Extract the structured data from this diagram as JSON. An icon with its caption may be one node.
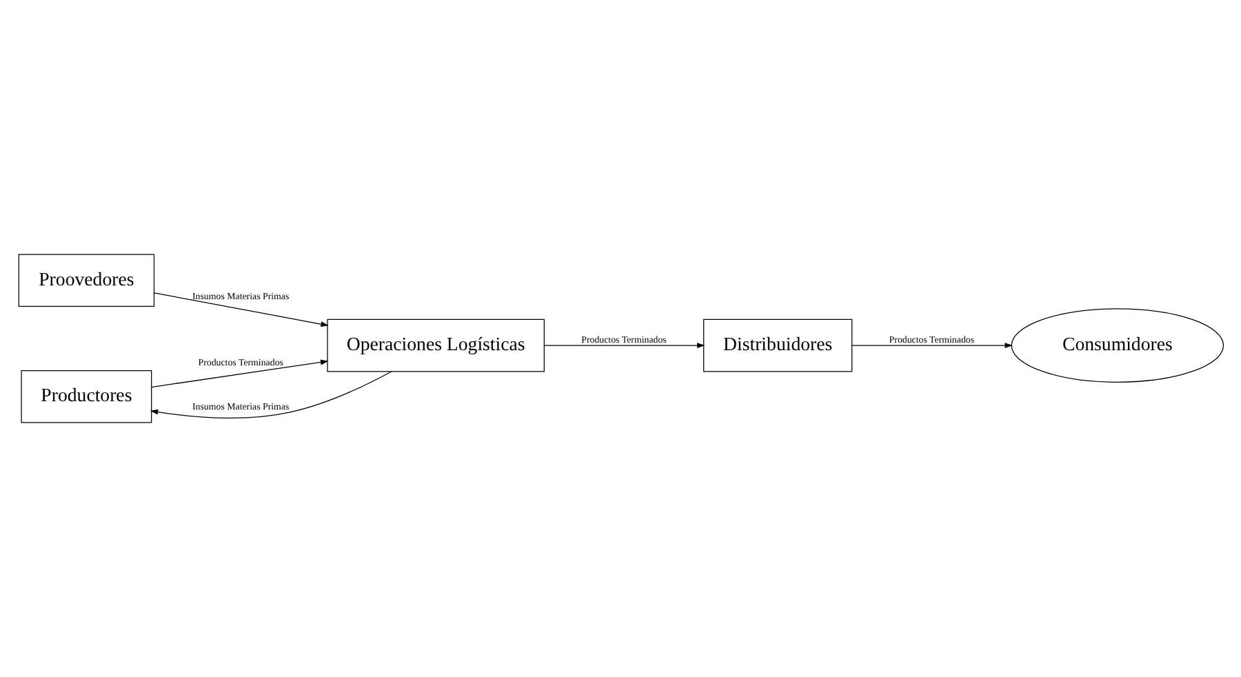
{
  "diagram": {
    "nodes": [
      {
        "text": [
          "Proovedores"
        ]
      },
      {
        "text": [
          "Operaciones Logísticas"
        ]
      },
      {
        "text": [
          "Distribuidores"
        ]
      },
      {
        "text": [
          "Consumidores"
        ]
      },
      {
        "text": [
          "Productores"
        ]
      }
    ],
    "edges": [
      {
        "from": 0,
        "to": 1,
        "arrow": "to",
        "label": "Insumos Materias Primas"
      },
      {
        "from": 1,
        "to": 4,
        "arrow": "to",
        "label": "Insumos Materias Primas"
      },
      {
        "from": 4,
        "to": 1,
        "arrow": "to",
        "label": "Productos Terminados"
      },
      {
        "from": 1,
        "to": 2,
        "arrow": "to",
        "label": "Productos Terminados"
      },
      {
        "from": 2,
        "to": 3,
        "arrow": "to",
        "label": "Productos Terminados"
      }
    ]
  }
}
